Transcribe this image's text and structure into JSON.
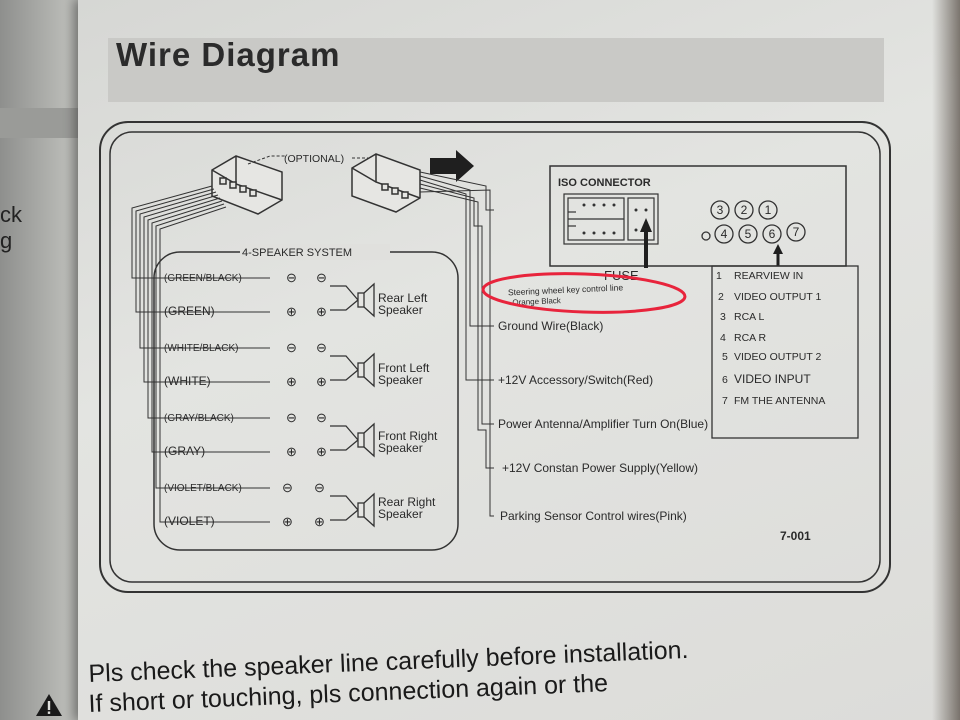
{
  "left_page": {
    "fragments": [
      "ck",
      "g"
    ]
  },
  "title": "Wire Diagram",
  "optional_label": "(OPTIONAL)",
  "speaker_system_label": "4-SPEAKER SYSTEM",
  "wires_left": [
    "(GREEN/BLACK)",
    "(GREEN)",
    "(WHITE/BLACK)",
    "(WHITE)",
    "(GRAY/BLACK)",
    "(GRAY)",
    "(VIOLET/BLACK)",
    "(VIOLET)"
  ],
  "polarity": {
    "neg": "⊖",
    "pos": "⊕"
  },
  "speakers": [
    {
      "line1": "Rear Left",
      "line2": "Speaker"
    },
    {
      "line1": "Front Left",
      "line2": "Speaker"
    },
    {
      "line1": "Front Right",
      "line2": "Speaker"
    },
    {
      "line1": "Rear Right",
      "line2": "Speaker"
    }
  ],
  "iso_connector_label": "ISO CONNECTOR",
  "fuse_label": "FUSE",
  "steering_note": {
    "line1": "Steering wheel key control line",
    "line2": "Orange Black"
  },
  "highlight_color": "#e8243c",
  "wires_right": [
    "Ground Wire(Black)",
    "+12V Accessory/Switch(Red)",
    "Power Antenna/Amplifier Turn On(Blue)",
    "+12V Constan Power Supply(Yellow)",
    "Parking Sensor Control wires(Pink)"
  ],
  "pin_numbers_top": [
    "3",
    "2",
    "1"
  ],
  "pin_numbers_bottom": [
    "4",
    "5",
    "6",
    "7"
  ],
  "pin_legend": [
    {
      "num": "1",
      "label": "REARVIEW IN"
    },
    {
      "num": "2",
      "label": "VIDEO OUTPUT  1"
    },
    {
      "num": "3",
      "label": "RCA L"
    },
    {
      "num": "4",
      "label": "RCA R"
    },
    {
      "num": "5",
      "label": "VIDEO OUTPUT  2"
    },
    {
      "num": "6",
      "label": "VIDEO  INPUT"
    },
    {
      "num": "7",
      "label": "FM THE ANTENNA"
    }
  ],
  "model_code": "7-001",
  "warning": {
    "line1": "Pls check the speaker line carefully before installation.",
    "line2": "If       short or touching, pls connection again or the"
  }
}
